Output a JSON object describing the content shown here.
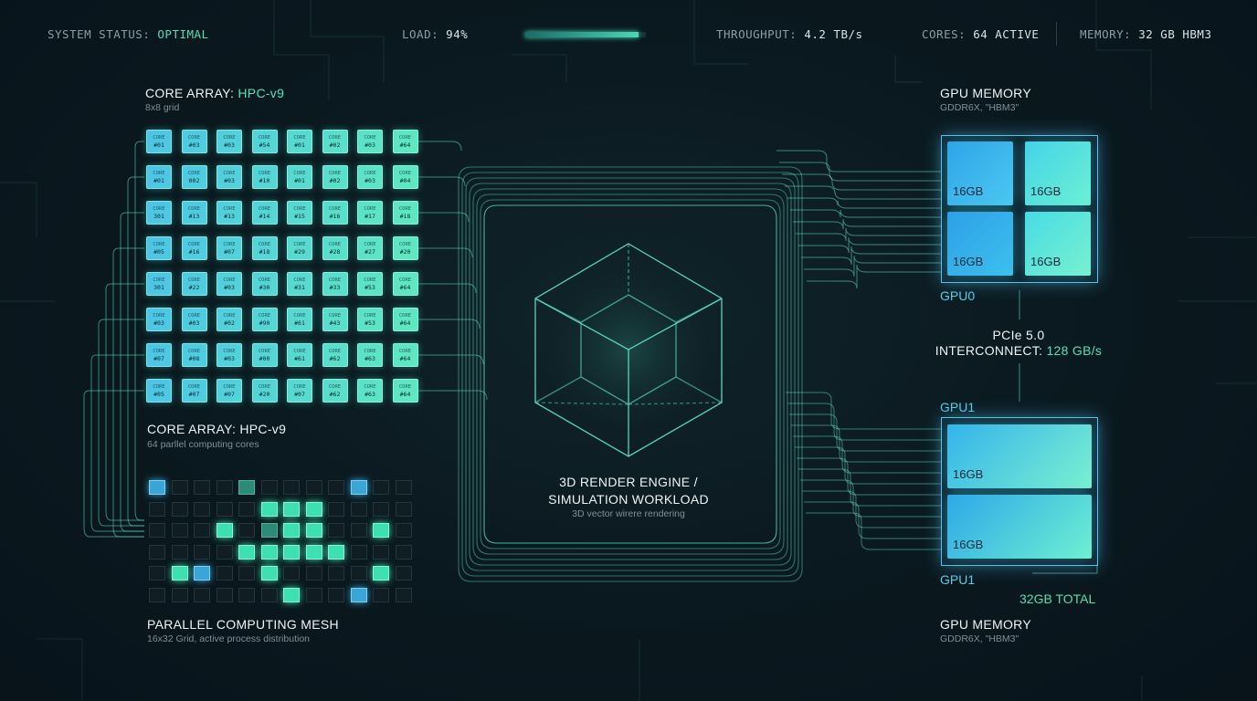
{
  "status_bar": {
    "system_label": "SYSTEM STATUS:",
    "system_value": "OPTIMAL",
    "load_label": "LOAD:",
    "load_value": "94%",
    "load_fraction": 0.94,
    "throughput_label": "THROUGHPUT:",
    "throughput_value": "4.2 TB/s",
    "cores_label": "CORES:",
    "cores_value": "64 ACTIVE",
    "memory_label": "MEMORY:",
    "memory_value": "32 GB HBM3"
  },
  "core_array_top": {
    "title_prefix": "CORE ARRAY:",
    "title_name": "HPC-v9",
    "subtitle": "8x8 grid"
  },
  "core_grid": {
    "cell_top_text": "CORE",
    "rows": [
      [
        "#01",
        "#03",
        "#03",
        "#54",
        "#01",
        "#02",
        "#03",
        "#64"
      ],
      [
        "#01",
        "002",
        "#03",
        "#10",
        "#01",
        "#02",
        "#03",
        "#04"
      ],
      [
        "301",
        "#13",
        "#13",
        "#14",
        "#15",
        "#16",
        "#17",
        "#18"
      ],
      [
        "#05",
        "#16",
        "#07",
        "#18",
        "#29",
        "#28",
        "#27",
        "#20"
      ],
      [
        "301",
        "#22",
        "#03",
        "#30",
        "#31",
        "#33",
        "#53",
        "#64"
      ],
      [
        "#03",
        "#03",
        "#02",
        "#90",
        "#61",
        "#43",
        "#53",
        "#64"
      ],
      [
        "#07",
        "#08",
        "#03",
        "#00",
        "#61",
        "#62",
        "#63",
        "#64"
      ],
      [
        "#05",
        "#07",
        "#07",
        "#20",
        "#07",
        "#62",
        "#63",
        "#64"
      ]
    ],
    "colors": {
      "blue": "#4cc4e8",
      "green": "#5fe8c0"
    }
  },
  "core_array_mid": {
    "title": "CORE ARRAY: HPC-v9",
    "subtitle": "64 parllel computing cores"
  },
  "mesh": {
    "title": "PARALLEL COMPUTING MESH",
    "subtitle": "16x32 Grid, active process distribution",
    "cells": [
      [
        "blue",
        "off",
        "off",
        "off",
        "dim",
        "off",
        "off",
        "off",
        "off",
        "blue",
        "off",
        "off"
      ],
      [
        "off",
        "off",
        "off",
        "off",
        "off",
        "green",
        "green",
        "green",
        "off",
        "off",
        "off",
        "off"
      ],
      [
        "off",
        "off",
        "off",
        "green",
        "off",
        "dim",
        "green",
        "green",
        "off",
        "off",
        "green",
        "off"
      ],
      [
        "off",
        "off",
        "off",
        "off",
        "green",
        "green",
        "green",
        "green",
        "green",
        "off",
        "off",
        "off"
      ],
      [
        "off",
        "green",
        "blue",
        "off",
        "off",
        "green",
        "off",
        "off",
        "off",
        "off",
        "green",
        "off"
      ],
      [
        "off",
        "off",
        "off",
        "off",
        "off",
        "off",
        "green",
        "off",
        "off",
        "blue",
        "off",
        "off"
      ]
    ]
  },
  "render": {
    "title_line1": "3D RENDER ENGINE /",
    "title_line2": "SIMULATION WORKLOAD",
    "subtitle": "3D vector wirere rendering"
  },
  "gpu_top": {
    "heading": "GPU MEMORY",
    "subheading": "GDDR6X, \"HBM3\"",
    "label": "GPU0",
    "modules": [
      "16GB",
      "16GB",
      "16GB",
      "16GB"
    ]
  },
  "interconnect": {
    "line1": "PCIe 5.0",
    "line2_prefix": "INTERCONNECT:",
    "line2_value": "128 GB/s"
  },
  "gpu_bottom": {
    "label_top": "GPU1",
    "label_bottom": "GPU1",
    "modules": [
      "16GB",
      "16GB"
    ],
    "total": "32GB TOTAL",
    "heading": "GPU MEMORY",
    "subheading": "GDDR6X, \"HBM3\""
  }
}
